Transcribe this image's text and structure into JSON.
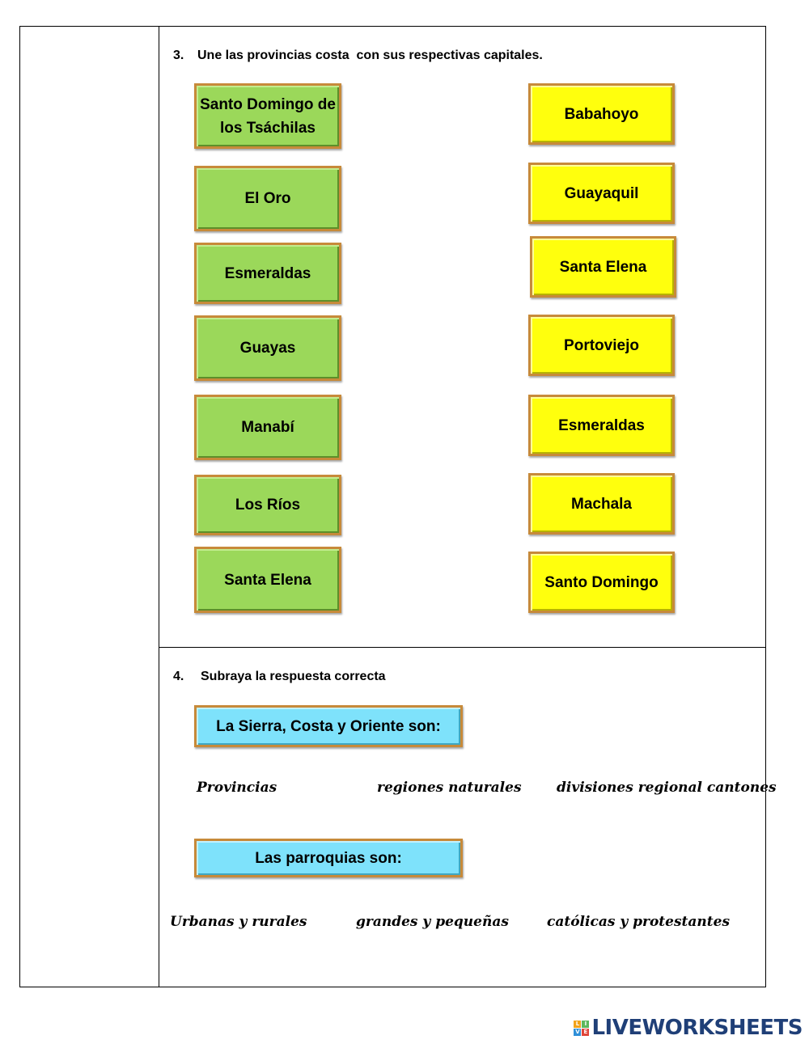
{
  "section3": {
    "number": "3.",
    "instruction": "Une las provincias costa  con sus respectivas capitales.",
    "provinces": [
      "Santo Domingo de los Tsáchilas",
      "El Oro",
      "Esmeraldas",
      "Guayas",
      "Manabí",
      "Los Ríos",
      "Santa Elena"
    ],
    "capitals": [
      "Babahoyo",
      "Guayaquil",
      "Santa Elena",
      "Portoviejo",
      "Esmeraldas",
      "Machala",
      "Santo Domingo"
    ]
  },
  "section4": {
    "number": "4.",
    "instruction": "Subraya la respuesta correcta",
    "question1": "La Sierra, Costa y Oriente son:",
    "options1": [
      "Provincias",
      "regiones naturales",
      "divisiones regional cantones"
    ],
    "question2": "Las parroquias son:",
    "options2": [
      "Urbanas y rurales",
      "grandes y pequeñas",
      "católicas y protestantes"
    ]
  },
  "footer": {
    "brand": "LIVEWORKSHEETS",
    "logo_letters": [
      "L",
      "I",
      "V",
      "E"
    ],
    "logo_colors": [
      "#f2a31b",
      "#5cb85c",
      "#2f8fd8",
      "#e0453a"
    ]
  },
  "colors": {
    "green_box": "#9bd85a",
    "yellow_box": "#ffff0d",
    "cyan_box": "#7ee2fb",
    "box_border": "#c78a3a",
    "brand_text": "#1f3f77"
  }
}
